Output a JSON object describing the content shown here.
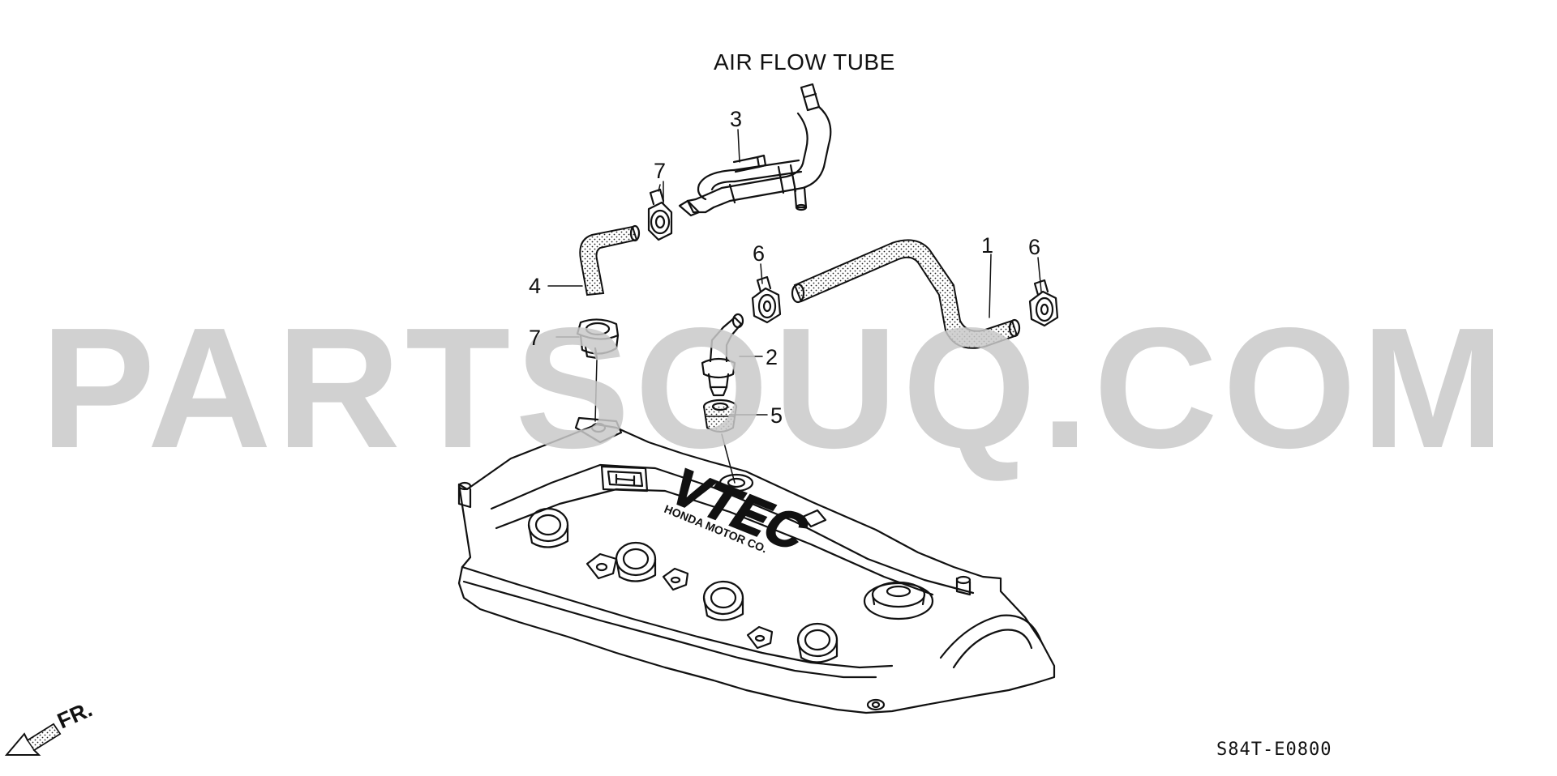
{
  "diagram": {
    "title": "AIR FLOW TUBE",
    "drawing_code": "S84T-E0800",
    "direction_label": "FR.",
    "watermark": "PARTSOUQ.COM",
    "emblem_text": "VTEC",
    "emblem_subtext": "HONDA MOTOR CO.",
    "callouts": [
      {
        "id": "c1",
        "label": "1"
      },
      {
        "id": "c2",
        "label": "2"
      },
      {
        "id": "c3",
        "label": "3"
      },
      {
        "id": "c4",
        "label": "4"
      },
      {
        "id": "c5",
        "label": "5"
      },
      {
        "id": "c6a",
        "label": "6"
      },
      {
        "id": "c6b",
        "label": "6"
      },
      {
        "id": "c7a",
        "label": "7"
      },
      {
        "id": "c7b",
        "label": "7"
      }
    ]
  }
}
